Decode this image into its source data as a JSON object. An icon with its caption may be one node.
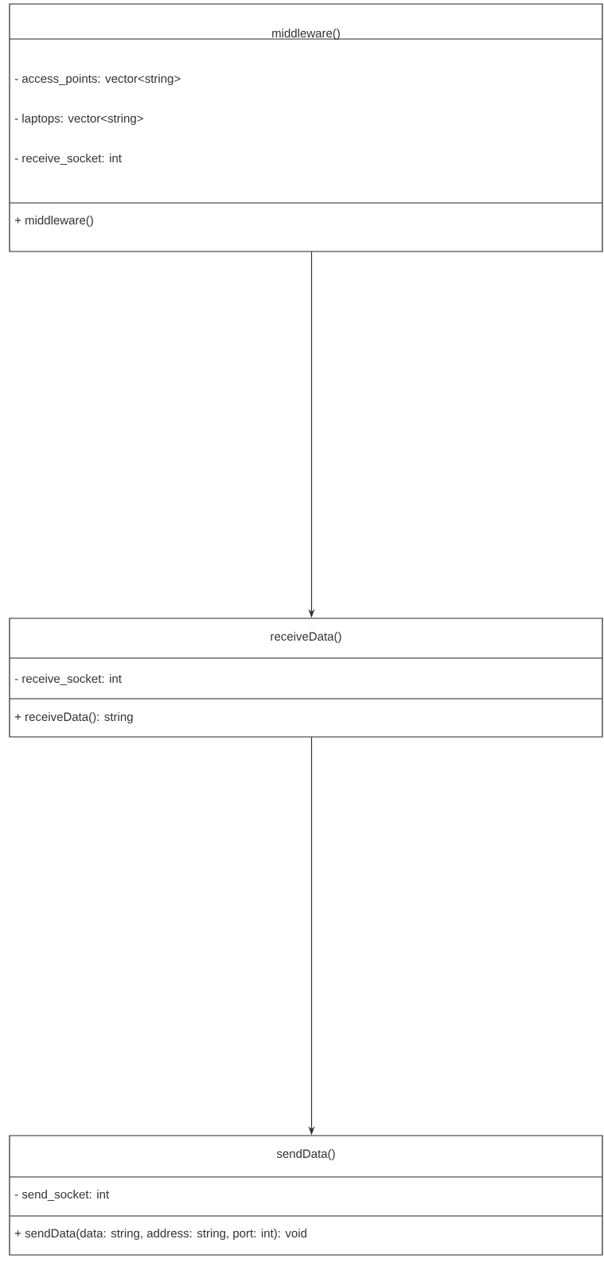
{
  "diagram": {
    "nodes": [
      {
        "text": [
          "middleware()",
          "- access_points: vector<string>",
          "- laptops: vector<string>",
          "- receive_socket: int",
          "+ middleware()"
        ]
      },
      {
        "text": [
          "receiveData()",
          "- receive_socket: int",
          "+ receiveData(): string"
        ]
      },
      {
        "text": [
          "sendData()",
          "- send_socket: int",
          "+ sendData(data: string, address: string, port: int): void"
        ]
      }
    ],
    "edges": [
      {
        "from": 0,
        "to": 1,
        "arrow": "to"
      },
      {
        "from": 1,
        "to": 2,
        "arrow": "to"
      }
    ]
  }
}
